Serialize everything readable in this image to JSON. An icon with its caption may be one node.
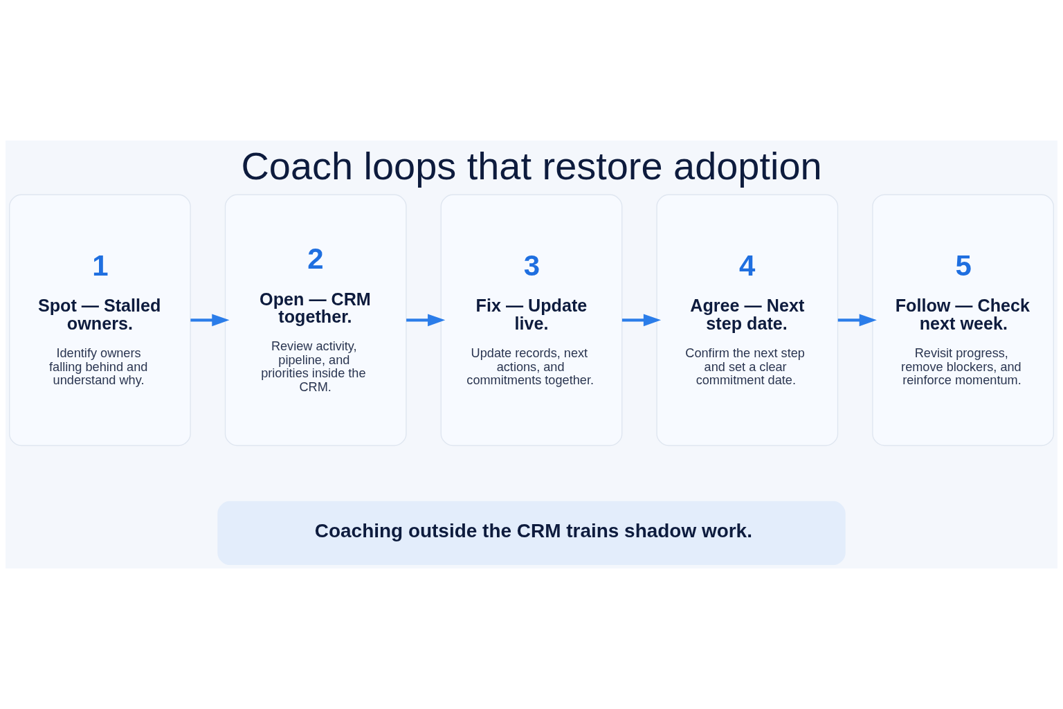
{
  "diagram": {
    "title": "Coach loops that restore adoption",
    "nodes": [
      {
        "text": [
          "1",
          "Spot — Stalled owners.",
          "Identify owners falling behind and understand why."
        ]
      },
      {
        "text": [
          "2",
          "Open — CRM together.",
          "Review activity, pipeline, and priorities inside the CRM."
        ]
      },
      {
        "text": [
          "3",
          "Fix — Update live.",
          "Update records, next actions, and commitments together."
        ]
      },
      {
        "text": [
          "4",
          "Agree — Next step date.",
          "Confirm the next step and set a clear commitment date."
        ]
      },
      {
        "text": [
          "5",
          "Follow — Check next week.",
          "Revisit progress, remove blockers, and reinforce momentum."
        ]
      },
      {
        "text": [
          "Coaching outside the CRM trains shadow work."
        ]
      }
    ],
    "edges": [
      {
        "from": 0,
        "to": 1,
        "arrow": "to"
      },
      {
        "from": 1,
        "to": 2,
        "arrow": "to"
      },
      {
        "from": 2,
        "to": 3,
        "arrow": "to"
      },
      {
        "from": 3,
        "to": 4,
        "arrow": "to"
      }
    ]
  }
}
